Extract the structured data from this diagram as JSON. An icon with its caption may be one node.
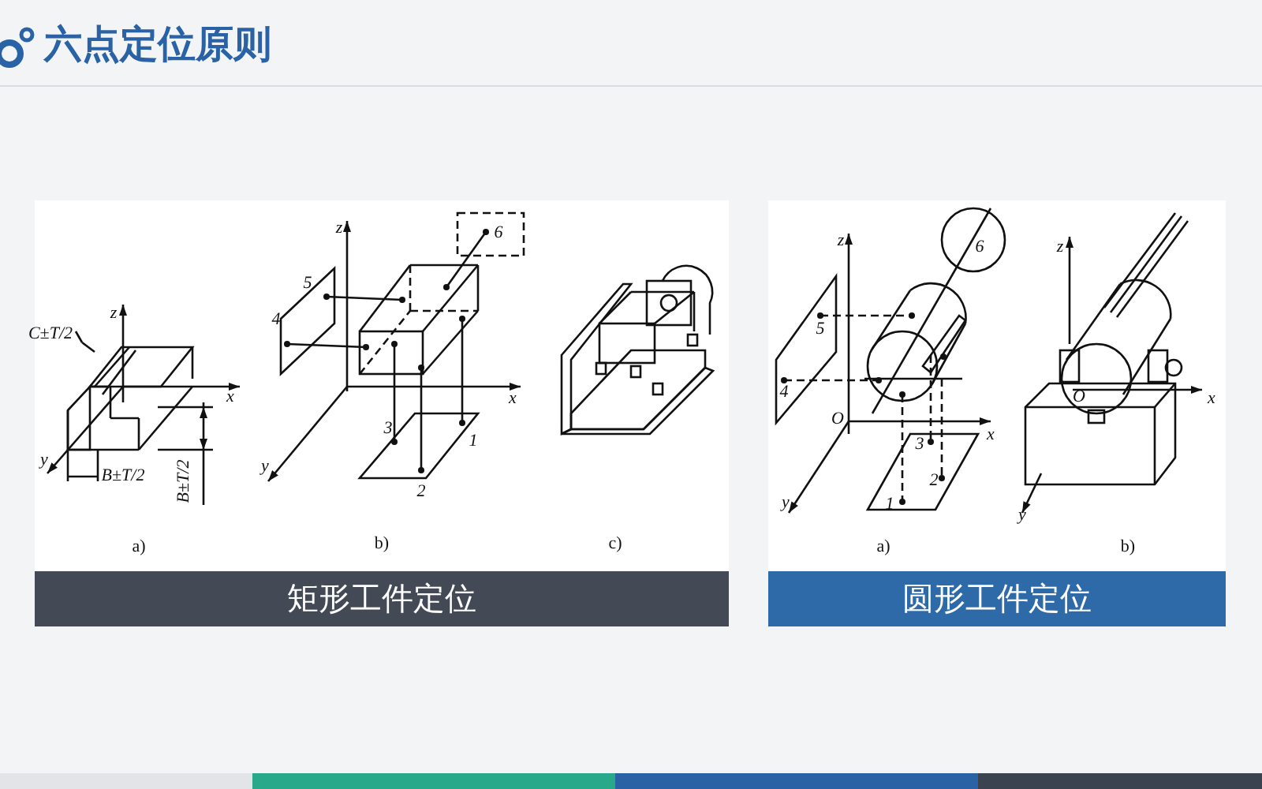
{
  "diagram": {
    "title": "六点定位原则",
    "nodes": [
      {
        "text": [
          "矩形工件定位"
        ]
      },
      {
        "text": [
          "圆形工件定位"
        ]
      }
    ],
    "labels": [
      "C±T/2",
      "z",
      "x",
      "y",
      "B±T/2",
      "B±T/2",
      "a)",
      "z",
      "6",
      "5",
      "4",
      "x",
      "3",
      "1",
      "y",
      "2",
      "b)",
      "c)",
      "z",
      "6",
      "5",
      "4",
      "O",
      "x",
      "3",
      "2",
      "y",
      "1",
      "a)",
      "z",
      "O",
      "x",
      "y",
      "b)"
    ]
  }
}
